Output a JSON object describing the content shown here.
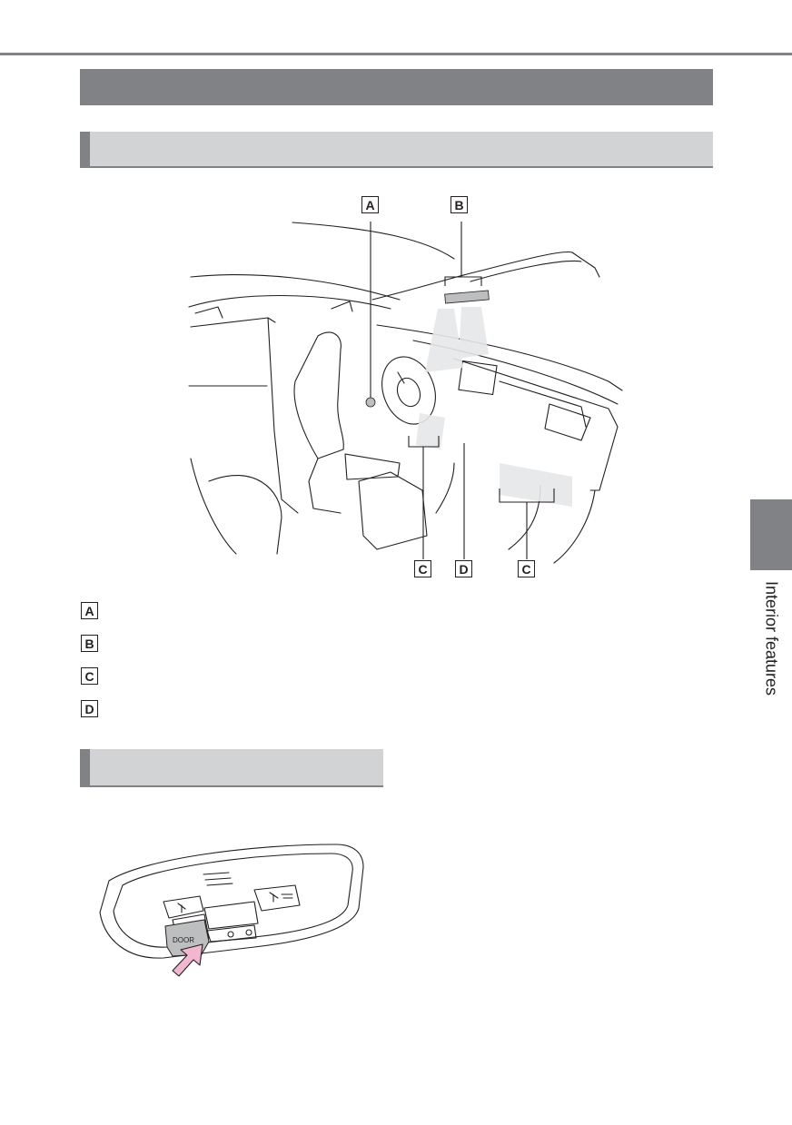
{
  "callouts": {
    "a": "A",
    "b": "B",
    "c": "C",
    "d": "D"
  },
  "legend": [
    {
      "key": "A",
      "text": ""
    },
    {
      "key": "B",
      "text": ""
    },
    {
      "key": "C",
      "text": ""
    },
    {
      "key": "D",
      "text": ""
    }
  ],
  "switch_label": "DOOR",
  "side_tab_label": "Interior features",
  "colors": {
    "section_band": "#808285",
    "subsection_band": "#d1d3d4",
    "press_arrow": "#f2b6d0"
  },
  "icons": [
    "car-interior-illustration",
    "press-arrow-icon",
    "overhead-console-illustration"
  ]
}
